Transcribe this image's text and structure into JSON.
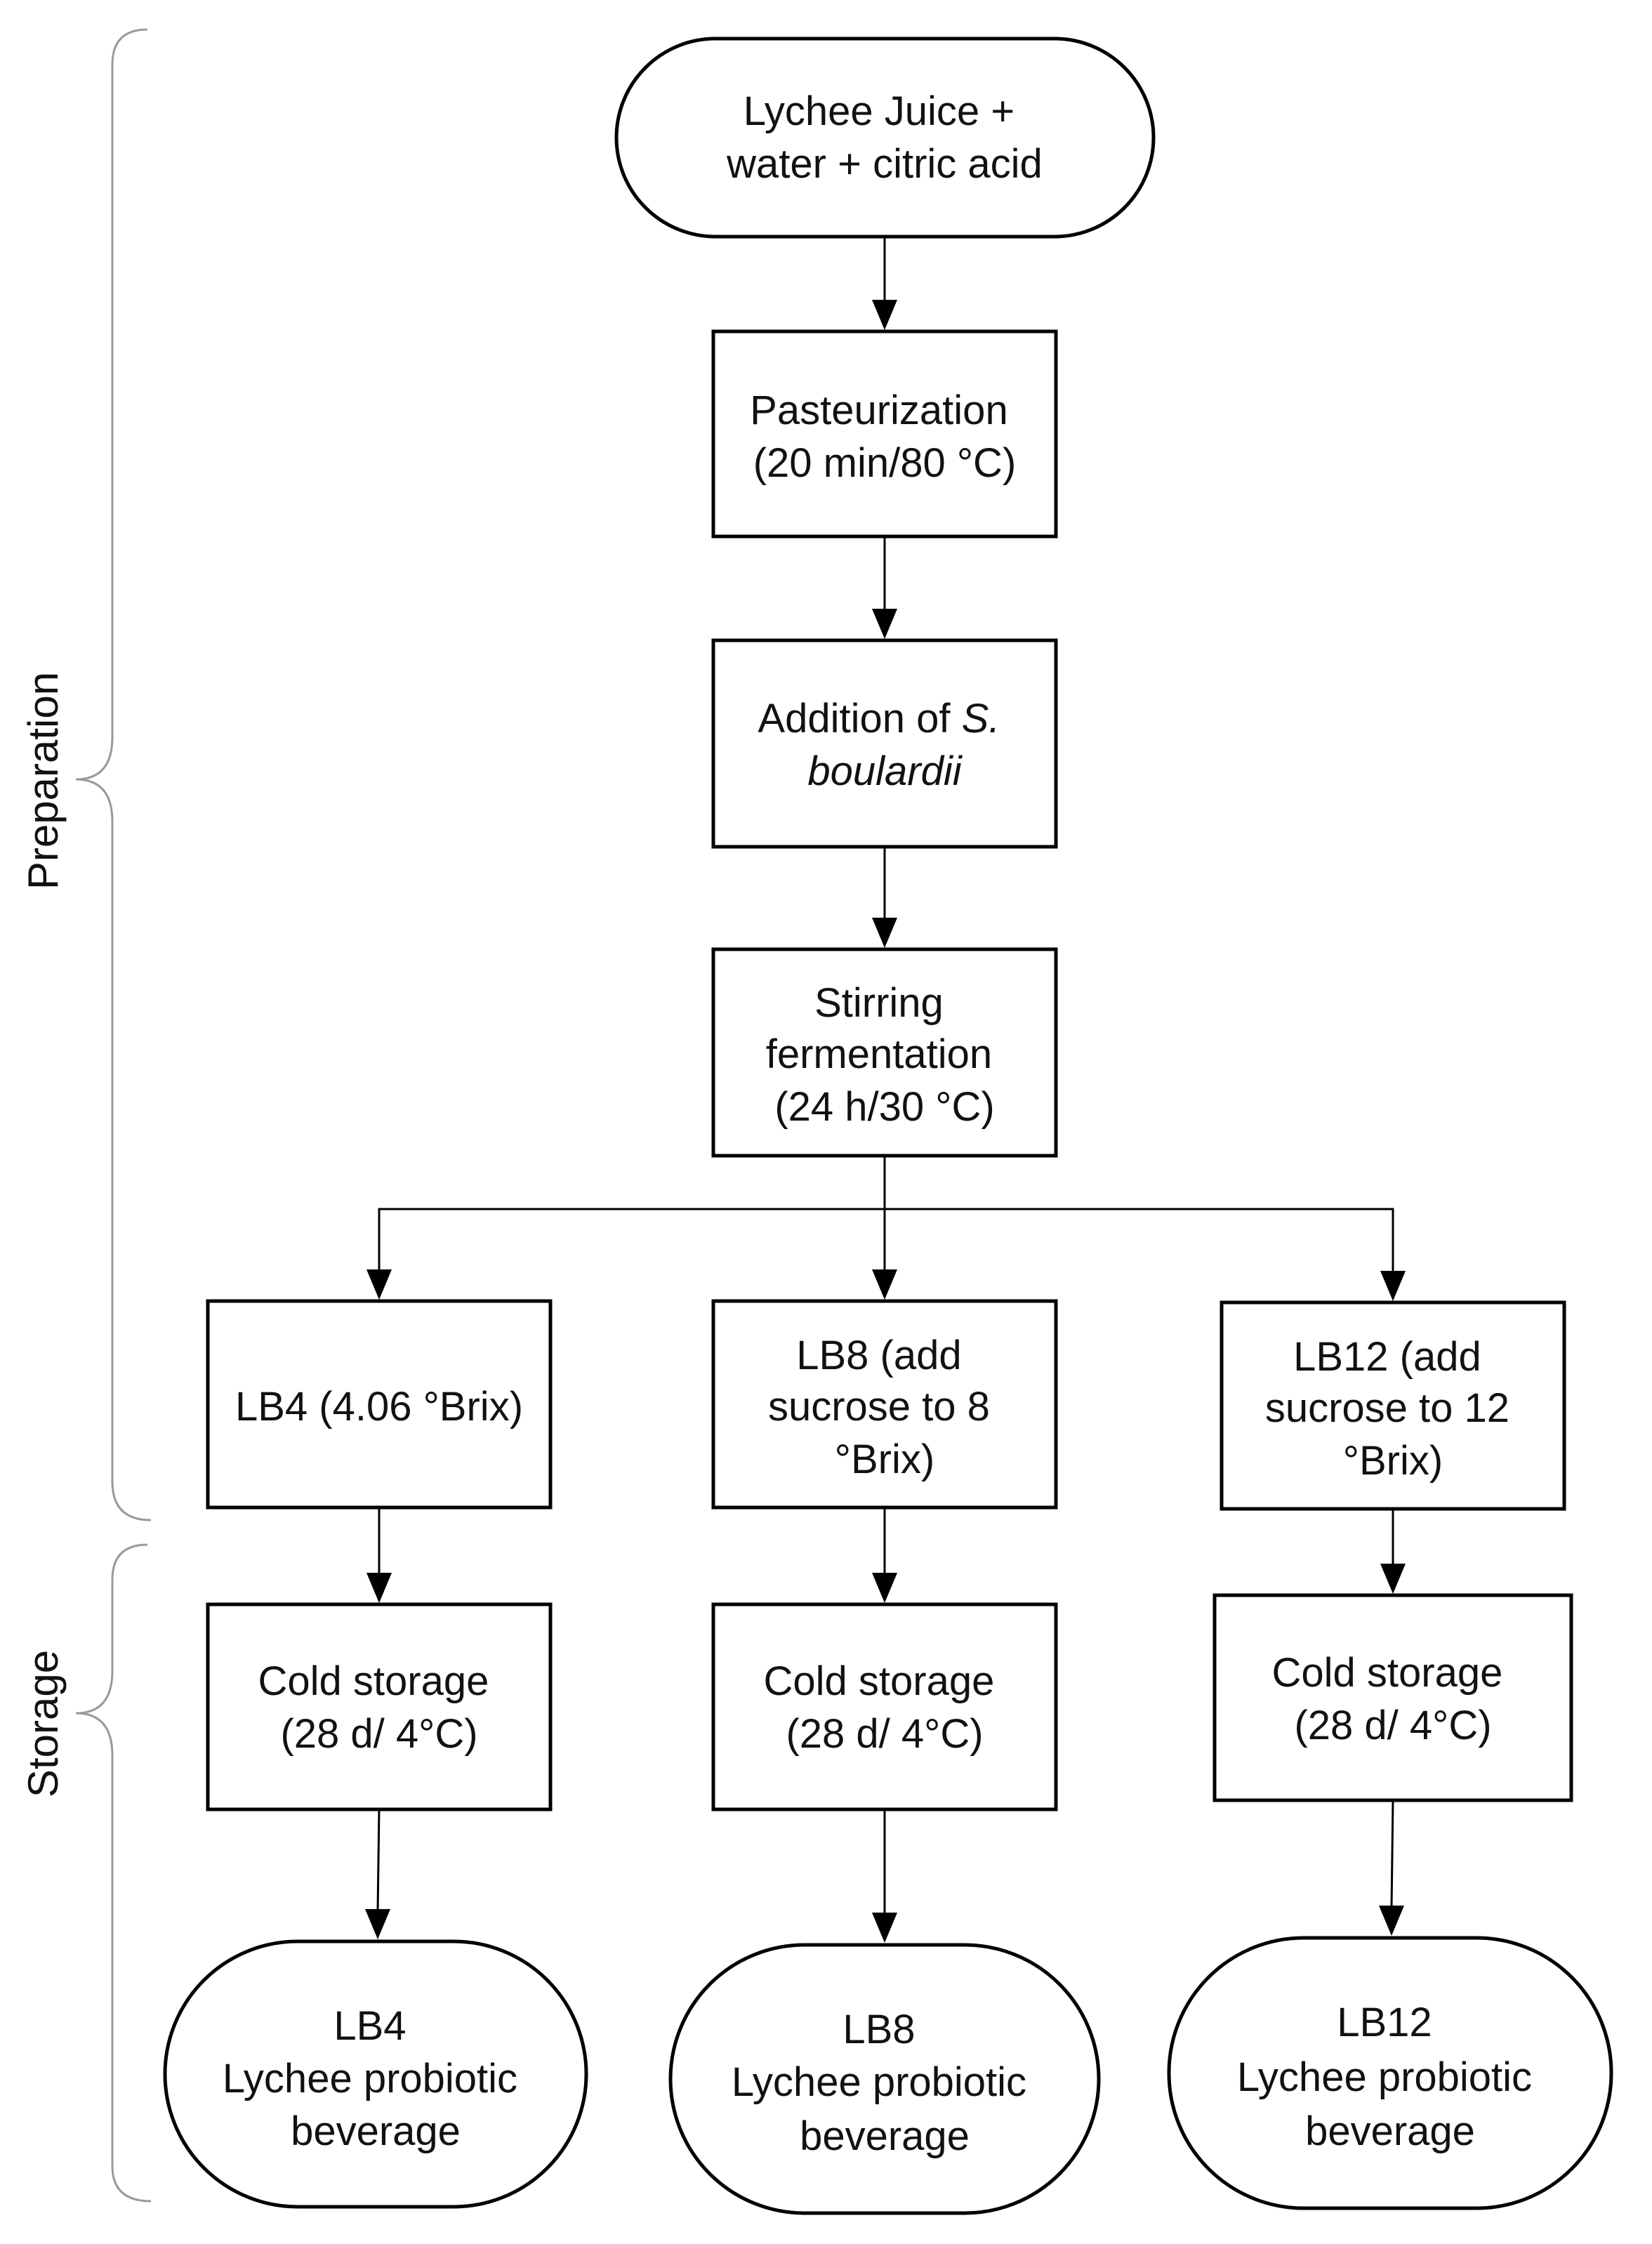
{
  "side_labels": {
    "preparation": "Preparation",
    "storage": "Storage"
  },
  "nodes": {
    "juice": {
      "lines": [
        "Lychee Juice +",
        "water + citric acid"
      ]
    },
    "pasteurization": {
      "lines": [
        "Pasteurization",
        "(20 min/80 °C)"
      ]
    },
    "addition": {
      "line1": "Addition of ",
      "line1_italic": "S.",
      "line2_italic": "boulardii"
    },
    "stirring": {
      "lines": [
        "Stirring",
        "fermentation",
        "(24 h/30 °C)"
      ]
    },
    "lb4": {
      "lines": [
        "LB4 (4.06 °Brix)"
      ]
    },
    "lb8": {
      "lines": [
        "LB8 (add",
        "sucrose to 8",
        "°Brix)"
      ]
    },
    "lb12": {
      "lines": [
        "LB12 (add",
        "sucrose to 12",
        "°Brix)"
      ]
    },
    "cold4": {
      "lines": [
        "Cold storage",
        "(28 d/ 4°C)"
      ]
    },
    "cold8": {
      "lines": [
        "Cold storage",
        "(28 d/ 4°C)"
      ]
    },
    "cold12": {
      "lines": [
        "Cold storage",
        "(28 d/ 4°C)"
      ]
    },
    "bev4": {
      "lines": [
        "LB4",
        "Lychee probiotic",
        "beverage"
      ]
    },
    "bev8": {
      "lines": [
        "LB8",
        "Lychee probiotic",
        "beverage"
      ]
    },
    "bev12": {
      "lines": [
        "LB12",
        "Lychee probiotic",
        "beverage"
      ]
    }
  },
  "colors": {
    "stroke": "#000000",
    "brace": "#9a9a9a",
    "text": "#111111"
  }
}
